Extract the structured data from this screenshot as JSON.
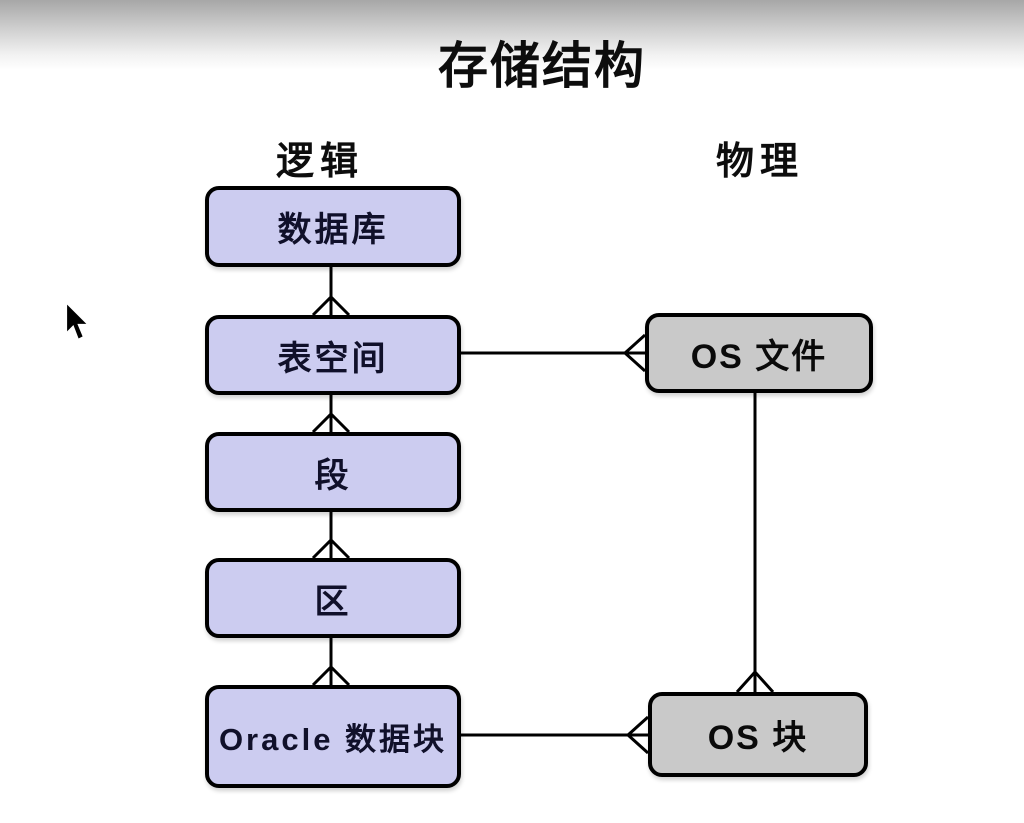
{
  "page": {
    "title": "存储结构"
  },
  "columns": {
    "logical_header": "逻辑",
    "physical_header": "物理"
  },
  "logical_nodes": [
    {
      "label": "数据库"
    },
    {
      "label": "表空间"
    },
    {
      "label": "段"
    },
    {
      "label": "区"
    },
    {
      "label": "Oracle 数据块"
    }
  ],
  "physical_nodes": [
    {
      "label": "OS 文件"
    },
    {
      "label": "OS 块"
    }
  ],
  "edges": [
    {
      "from": "数据库",
      "to": "表空间",
      "cardinality": "one-to-many"
    },
    {
      "from": "表空间",
      "to": "段",
      "cardinality": "one-to-many"
    },
    {
      "from": "段",
      "to": "区",
      "cardinality": "one-to-many"
    },
    {
      "from": "区",
      "to": "Oracle 数据块",
      "cardinality": "one-to-many"
    },
    {
      "from": "表空间",
      "to": "OS 文件",
      "cardinality": "one-to-many"
    },
    {
      "from": "OS 文件",
      "to": "OS 块",
      "cardinality": "one-to-many"
    },
    {
      "from": "Oracle 数据块",
      "to": "OS 块",
      "cardinality": "one-to-many"
    }
  ],
  "colors": {
    "logical_fill": "#ccccf0",
    "physical_fill": "#c9c9c9",
    "connector": "#000000",
    "title_text": "#0d0d0d"
  },
  "cursor": {
    "icon": "mouse-arrow-cursor"
  }
}
